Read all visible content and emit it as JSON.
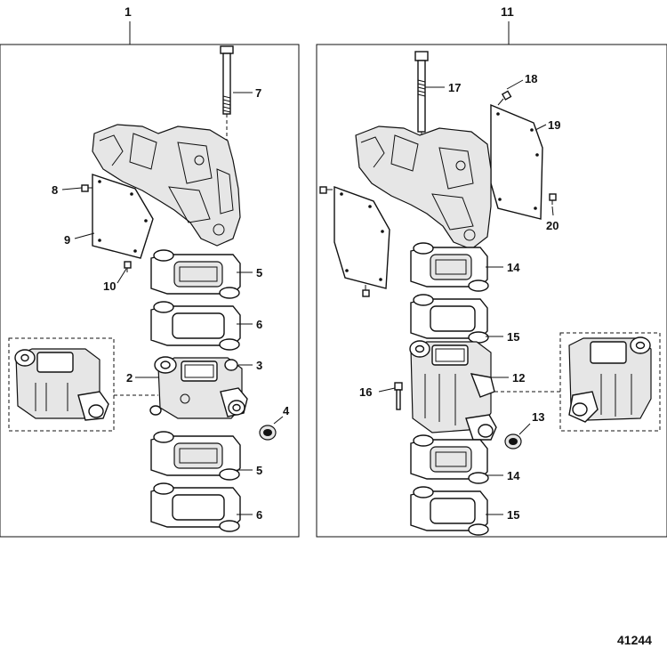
{
  "assemblies": {
    "left": {
      "label": "1"
    },
    "right": {
      "label": "11"
    }
  },
  "callouts": {
    "c2": "2",
    "c3": "3",
    "c4": "4",
    "c5a": "5",
    "c5b": "5",
    "c6a": "6",
    "c6b": "6",
    "c7": "7",
    "c8": "8",
    "c9": "9",
    "c10": "10",
    "c12": "12",
    "c13": "13",
    "c14a": "14",
    "c14b": "14",
    "c15a": "15",
    "c15b": "15",
    "c16": "16",
    "c17": "17",
    "c18": "18",
    "c19": "19",
    "c20": "20"
  },
  "figure_number": "41244"
}
